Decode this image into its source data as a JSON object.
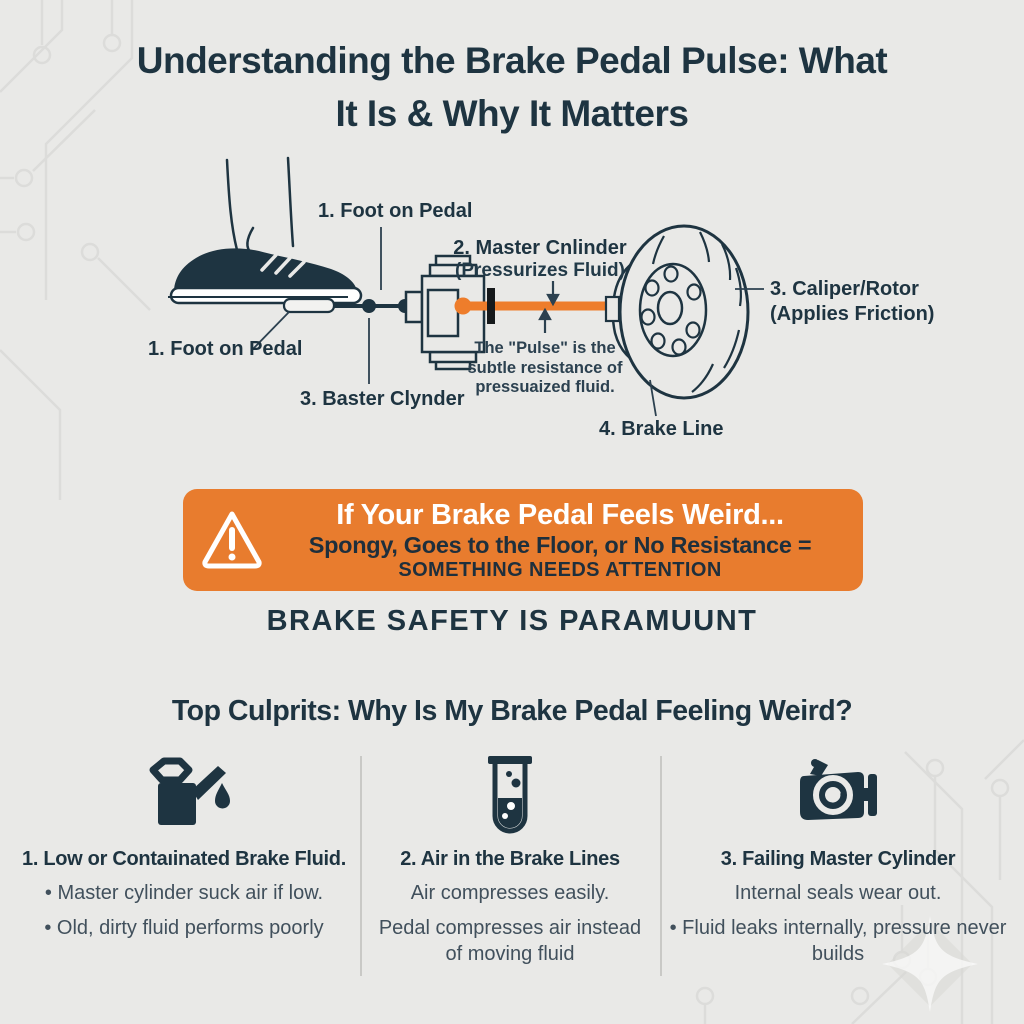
{
  "title": {
    "line1": "Understanding the Brake Pedal Pulse: What",
    "line2": "It Is & Why It Matters"
  },
  "diagram": {
    "label_foot_top": "1. Foot on Pedal",
    "label_foot_left": "1. Foot on Pedal",
    "label_master": "2. Master Cnlinder",
    "label_master_sub": "(Pressurizes Fluid)",
    "label_baster": "3. Baster Clynder",
    "label_caliper": "3. Caliper/Rotor",
    "label_caliper_sub": "(Applies Friction)",
    "pulse_line1": "The \"Pulse\" is the",
    "pulse_line2": "subtle resistance of",
    "pulse_line3": "pressuaized fluid.",
    "label_brakeline": "4. Brake Line"
  },
  "warning": {
    "icon": "warning-triangle-icon",
    "line1": "If Your Brake Pedal Feels Weird...",
    "line2": "Spongy, Goes to the Floor, or No Resistance =",
    "line3": "SOMETHING NEEDS ATTENTION"
  },
  "safety_heading": "BRAKE SAFETY IS PARAMUUNT",
  "culprits_heading": "Top Culprits: Why Is My Brake Pedal Feeling Weird?",
  "culprits": [
    {
      "icon": "oil-can-icon",
      "title": "1. Low or Contaıinated Brake Fluid.",
      "line1": "• Master cylinder suck air if low.",
      "line2": "• Old, dirty fluid performs poorly"
    },
    {
      "icon": "test-tube-icon",
      "title": "2. Air in the Brake Lines",
      "line1": "Air compresses easily.",
      "line2": "Pedal compresses air instead of moving fluid"
    },
    {
      "icon": "engine-icon",
      "title": "3. Failing Master Cylinder",
      "line1": "Internal seals wear out.",
      "line2": "• Fluid leaks internally, pressure never builds"
    }
  ],
  "colors": {
    "background": "#e9e9e7",
    "navy": "#1e3441",
    "body_text": "#41505c",
    "warning_orange": "#e87c2e",
    "brake_line_orange": "#ee7d2b",
    "circuit_trace": "#dcdcda"
  }
}
